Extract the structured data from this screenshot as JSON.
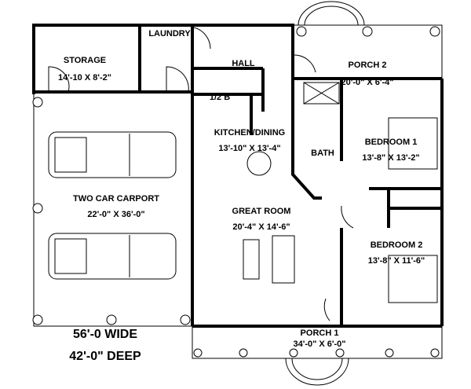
{
  "plan": {
    "rooms": {
      "laundry": {
        "name": "LAUNDRY"
      },
      "storage": {
        "name": "STORAGE",
        "size": "14'-10 X 8'-2\""
      },
      "hall": {
        "name": "HALL"
      },
      "porch2": {
        "name": "PORCH 2",
        "size": "20'-0\" X 6'-4\""
      },
      "half_bath": {
        "name": "1/2 B"
      },
      "kitchen": {
        "name": "KITCHEN/DINING",
        "size": "13'-10\" X 13'-4\""
      },
      "bath": {
        "name": "BATH"
      },
      "bedroom1": {
        "name": "BEDROOM 1",
        "size": "13'-8\" X 13'-2\""
      },
      "carport": {
        "name": "TWO CAR CARPORT",
        "size": "22'-0\" X 36'-0\""
      },
      "great_room": {
        "name": "GREAT ROOM",
        "size": "20'-4\" X 14'-6\""
      },
      "bedroom2": {
        "name": "BEDROOM 2",
        "size": "13'-8\" X 11'-6\""
      },
      "porch1": {
        "name": "PORCH 1",
        "size": "34'-0\" X 6'-0\""
      }
    },
    "dimensions": {
      "width": "56'-0 WIDE",
      "depth": "42'-0\" DEEP"
    }
  }
}
